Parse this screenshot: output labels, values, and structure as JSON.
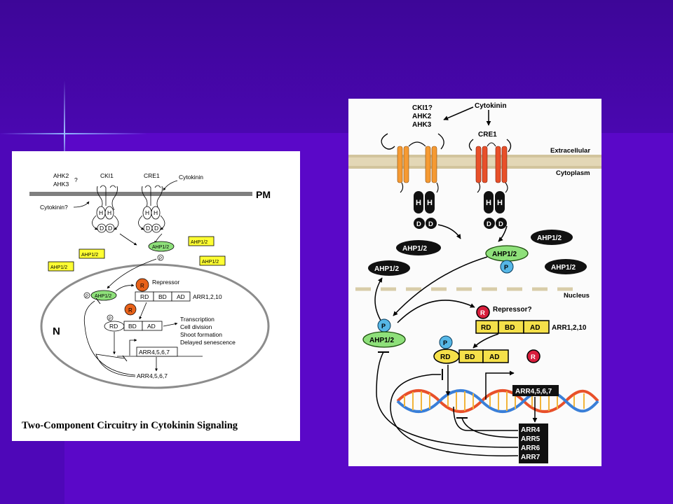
{
  "left_diagram": {
    "caption": "Two-Component Circuitry in Cytokinin Signaling",
    "receptor_labels": [
      "AHK2",
      "AHK3",
      "?",
      "CKI1",
      "CRE1"
    ],
    "cytokinin_label": "Cytokinin",
    "cytokinin_question_label": "Cytokinin?",
    "membrane_label": "PM",
    "nucleus_label": "N",
    "h_label": "H",
    "d_label": "D",
    "p_label": "P",
    "r_label": "R",
    "ahp_label": "AHP1/2",
    "repressor_label": "Repressor",
    "domains": [
      "RD",
      "BD",
      "AD"
    ],
    "arr_a_label": "ARR1,2,10",
    "arr_b_gene_label": "ARR4,5,6,7",
    "arr_b_protein_label": "ARR4,5,6,7",
    "outputs": [
      "Transcription",
      "Cell division",
      "Shoot formation",
      "Delayed senescence"
    ]
  },
  "right_diagram": {
    "receptor_labels": [
      "CKI1?",
      "AHK2",
      "AHK3",
      "CRE1"
    ],
    "cytokinin_label": "Cytokinin",
    "extracellular_label": "Extracellular",
    "cytoplasm_label": "Cytoplasm",
    "nucleus_label": "Nucleus",
    "h_label": "H",
    "d_label": "D",
    "p_label": "P",
    "r_label": "R",
    "ahp_label": "AHP1/2",
    "repressor_label": "Repressor?",
    "domains": [
      "RD",
      "BD",
      "AD"
    ],
    "arr_a_label": "ARR1,2,10",
    "arr_gene_label": "ARR4,5,6,7",
    "arr_proteins": [
      "ARR4",
      "ARR5",
      "ARR6",
      "ARR7"
    ]
  },
  "colors": {
    "background": "#5a08c8",
    "header_band": "#3d0698",
    "ahp_green": "#8ee07a",
    "ahp_yellow": "#ffff33",
    "repressor_orange": "#e8621a",
    "receptor_orange": "#f59a33",
    "cre1_red": "#e8502a",
    "phospho_blue": "#56b7e6",
    "domain_yellow": "#f5e04a",
    "r_red": "#d81e3c"
  }
}
